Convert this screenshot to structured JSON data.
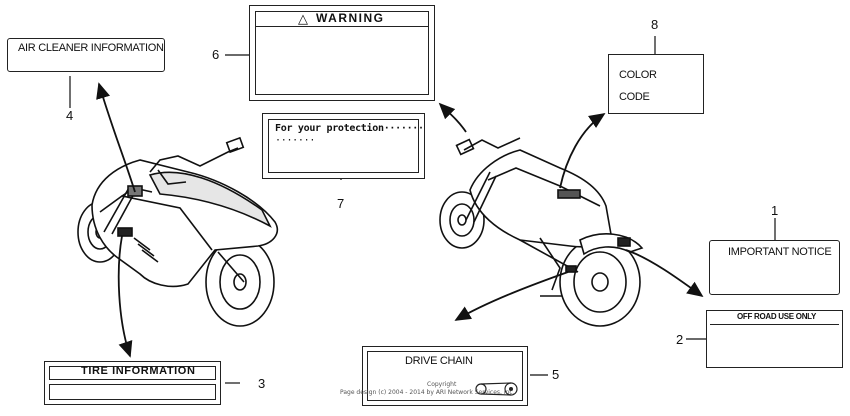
{
  "labels": {
    "l1": {
      "number": "1",
      "text": "IMPORTANT NOTICE"
    },
    "l2": {
      "number": "2",
      "text": "OFF ROAD USE ONLY"
    },
    "l3": {
      "number": "3",
      "text": "TIRE INFORMATION"
    },
    "l4": {
      "number": "4",
      "text": "AIR CLEANER INFORMATION"
    },
    "l5": {
      "number": "5",
      "text": "DRIVE CHAIN"
    },
    "l6": {
      "number": "6",
      "text": "WARNING",
      "symbol": "△"
    },
    "l7": {
      "number": "7",
      "line1": "For your protection·······",
      "line2": "·······"
    },
    "l8": {
      "number": "8",
      "line1": "COLOR",
      "line2": "CODE"
    }
  },
  "copyright": {
    "line1": "Copyright",
    "line2": "Page design (c) 2004 - 2014 by ARI Network Services, Inc."
  }
}
